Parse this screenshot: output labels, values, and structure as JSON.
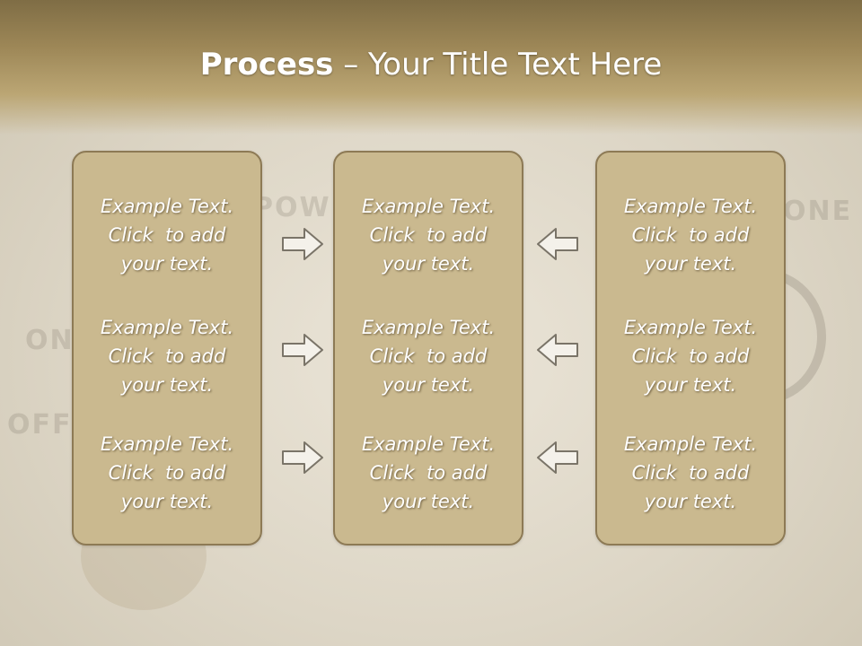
{
  "title": {
    "bold": "Process",
    "rest": " – Your Title Text Here"
  },
  "background_words": [
    "POWER",
    "ONE",
    "ON",
    "OFF"
  ],
  "panels": [
    {
      "items": [
        {
          "line1": "Example Text.",
          "line2": "Click  to add",
          "line3": "your text."
        },
        {
          "line1": "Example Text.",
          "line2": "Click  to add",
          "line3": "your text."
        },
        {
          "line1": "Example Text.",
          "line2": "Click  to add",
          "line3": "your text."
        }
      ]
    },
    {
      "items": [
        {
          "line1": "Example Text.",
          "line2": "Click  to add",
          "line3": "your text."
        },
        {
          "line1": "Example Text.",
          "line2": "Click  to add",
          "line3": "your text."
        },
        {
          "line1": "Example Text.",
          "line2": "Click  to add",
          "line3": "your text."
        }
      ]
    },
    {
      "items": [
        {
          "line1": "Example Text.",
          "line2": "Click  to add",
          "line3": "your text."
        },
        {
          "line1": "Example Text.",
          "line2": "Click  to add",
          "line3": "your text."
        },
        {
          "line1": "Example Text.",
          "line2": "Click  to add",
          "line3": "your text."
        }
      ]
    }
  ],
  "arrows": {
    "left_group": "right-arrow-icon",
    "right_group": "left-arrow-icon"
  },
  "colors": {
    "panel_fill": "#cab98f",
    "panel_border": "#8d7a55",
    "title_band": "#9d8757",
    "arrow_fill": "#f4f1ea",
    "arrow_stroke": "#7a7468"
  }
}
